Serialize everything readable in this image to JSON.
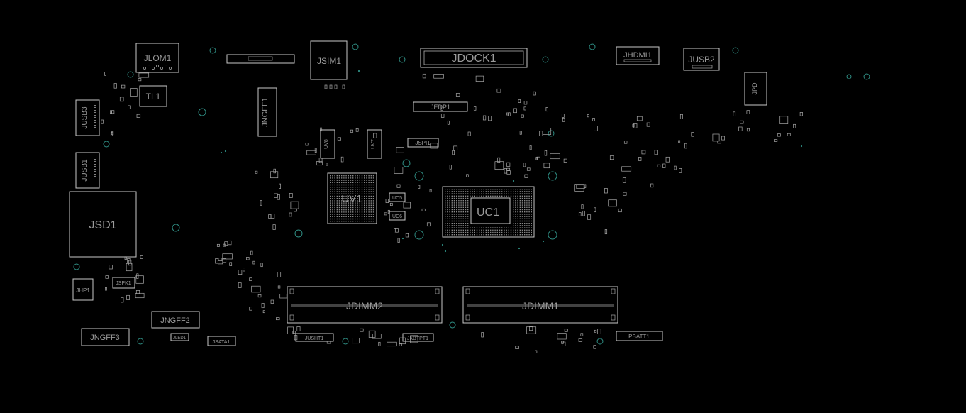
{
  "labels": {
    "jlom1": "JLOM1",
    "jsim1": "JSIM1",
    "jdock1": "JDOCK1",
    "jhdmi1": "JHDMI1",
    "jusb2": "JUSB2",
    "tl1": "TL1",
    "jngff1": "JNGFF1",
    "jusb3": "JUSB3",
    "jusb1": "JUSB1",
    "jsd1": "JSD1",
    "jedp1": "JEDP1",
    "jspi1": "JSPI1",
    "uv1": "UV1",
    "uc5": "UC5",
    "uc6": "UC6",
    "uc1": "UC1",
    "jhp1": "JHP1",
    "jspk1": "JSPK1",
    "jngff2": "JNGFF2",
    "jngff3": "JNGFF3",
    "jled1": "JLED1",
    "jsata1": "JSATA1",
    "jusht1": "JUSHT1",
    "jkbtpt1": "JKBTPT1",
    "jdimm2": "JDIMM2",
    "jdimm1": "JDIMM1",
    "pbatt1": "PBATT1",
    "jpd": "JPD",
    "uv8": "UV8",
    "uv7": "UV7"
  },
  "colors": {
    "background": "#000000",
    "outline": "#c8c8c8",
    "text": "#9a9a9a",
    "mounting_hole": "#2e8c82"
  }
}
